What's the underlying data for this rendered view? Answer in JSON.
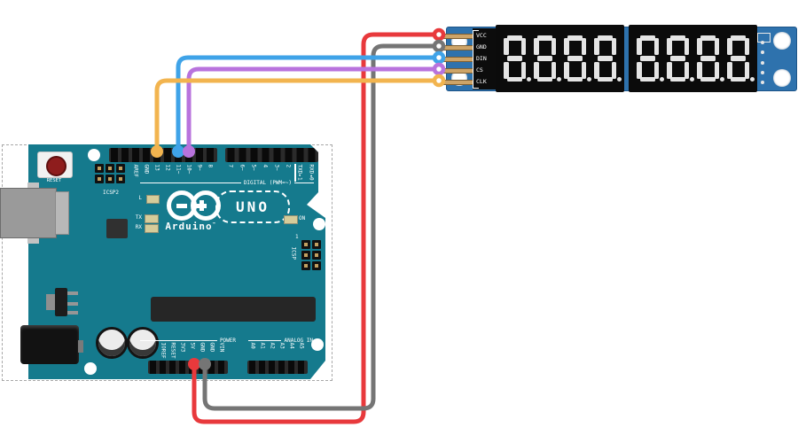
{
  "board": {
    "reset_label": "RESET",
    "icsp2_label": "ICSP2",
    "icsp_label": "ICSP",
    "icsp_pin1": "1",
    "led_l": "L",
    "led_tx": "TX",
    "led_rx": "RX",
    "led_on": "ON",
    "logo_text": "Arduino",
    "logo_tm": "™",
    "logo_minus": "",
    "uno_label": "UNO",
    "digital_caption": "DIGITAL (PWM=~)",
    "power_caption": "POWER",
    "analog_caption": "ANALOG IN",
    "digital_left": [
      "AREF",
      "GND",
      "13",
      "12",
      "11~",
      "10~",
      "9~",
      "8"
    ],
    "digital_right": [
      "7",
      "6~",
      "5~",
      "4",
      "3~",
      "2",
      "TXD▸1",
      "RXD◂0"
    ],
    "power_pins": [
      "IOREF",
      "RESET",
      "3V3",
      "5V",
      "GND",
      "GND",
      "VIN"
    ],
    "analog_pins": [
      "A0",
      "A1",
      "A2",
      "A3",
      "A4",
      "A5"
    ],
    "color": "#157a8d"
  },
  "display": {
    "pin_labels": [
      "VCC",
      "GND",
      "DIN",
      "CS",
      "CLK"
    ],
    "value": "8.8.8.8.8.8.8.8.",
    "digit_blocks": 2,
    "digits_per_block": 4,
    "segment_color": "#e4e4e4",
    "pcb_color": "#2e72ad"
  },
  "wires": [
    {
      "name": "power-wire",
      "color": "#e8393c",
      "from": "Arduino 5V",
      "to": "VCC"
    },
    {
      "name": "ground-wire",
      "color": "#757575",
      "from": "Arduino GND",
      "to": "GND"
    },
    {
      "name": "data-wire",
      "color": "#3fa3e8",
      "from": "Arduino 11",
      "to": "DIN"
    },
    {
      "name": "chip-select-wire",
      "color": "#b873dd",
      "from": "Arduino 10",
      "to": "CS"
    },
    {
      "name": "clock-wire",
      "color": "#f2b44f",
      "from": "Arduino 13",
      "to": "CLK"
    }
  ]
}
